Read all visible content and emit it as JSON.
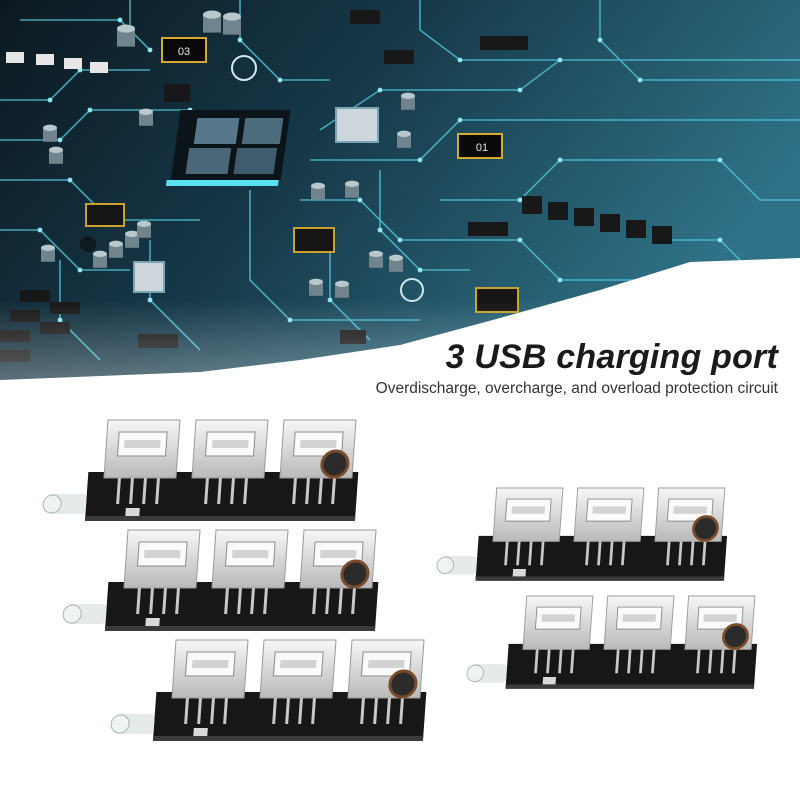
{
  "product": {
    "title": "3 USB charging port",
    "subtitle": "Overdischarge, overcharge, and overload protection circuit"
  },
  "illustration": {
    "background_dark": "#0e1c26",
    "background_teal": "#2a6c82",
    "trace_color": "#54d1e2",
    "board_color": "#1b1b1b",
    "port_color": "#e9e9e9",
    "chip_labels": [
      "03",
      "01"
    ],
    "board_count": 5
  }
}
